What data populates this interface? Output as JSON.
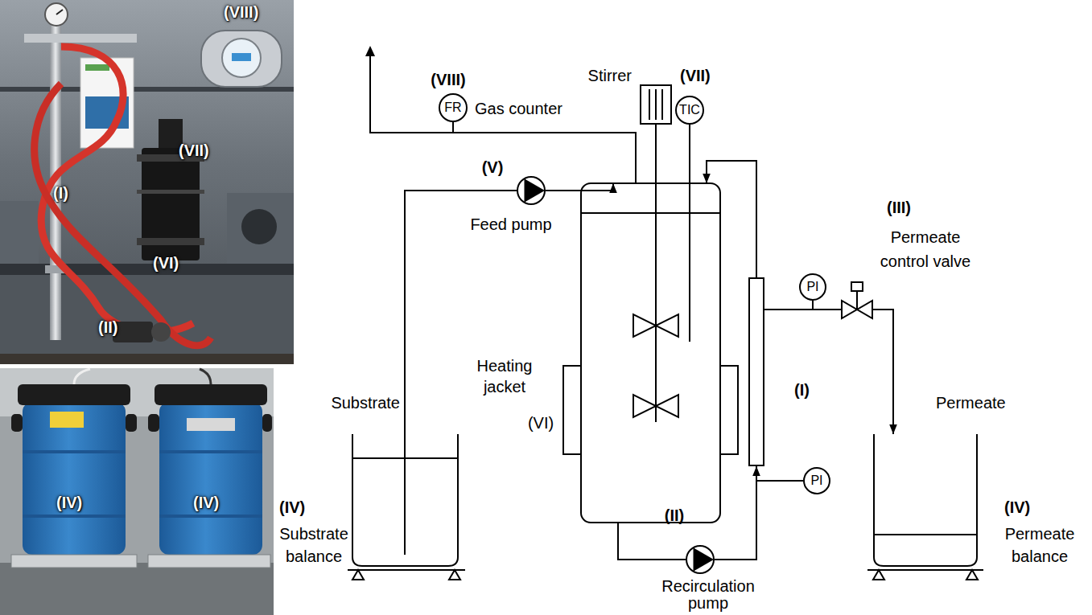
{
  "diagram": {
    "nodes": [
      {
        "text": [
          "FR"
        ]
      },
      {
        "text": [
          "Stirrer",
          "(VII)"
        ]
      },
      {
        "text": [
          "TIC"
        ]
      },
      {
        "text": [
          "(V)",
          "Feed pump"
        ]
      },
      {
        "text": [
          "Heating jacket",
          "(VI)"
        ]
      },
      {
        "text": [
          "Substrate"
        ]
      },
      {
        "text": [
          "(II)",
          "Recirculation pump"
        ]
      },
      {
        "text": [
          "(I)"
        ]
      },
      {
        "text": [
          "PI"
        ]
      },
      {
        "text": [
          "PI"
        ]
      },
      {
        "text": [
          "(III)",
          "Permeate control valve"
        ]
      },
      {
        "text": [
          "Permeate"
        ]
      }
    ],
    "edges": [
      {
        "from": 1,
        "to": 4,
        "arrow": "none"
      },
      {
        "from": 2,
        "to": 4,
        "arrow": "none"
      },
      {
        "from": 5,
        "to": 3,
        "arrow": "none"
      },
      {
        "from": 3,
        "to": 4,
        "arrow": "to"
      },
      {
        "from": 4,
        "to": 6,
        "arrow": "none"
      },
      {
        "from": 6,
        "to": 7,
        "arrow": "to"
      },
      {
        "from": 7,
        "to": 4,
        "arrow": "to"
      },
      {
        "from": 7,
        "to": 10,
        "arrow": "none"
      },
      {
        "from": 10,
        "to": 11,
        "arrow": "to"
      }
    ],
    "labels": [
      "(VIII)",
      "(VII)",
      "(I)",
      "(VI)",
      "(II)",
      "(IV)",
      "(IV)",
      "(VIII)",
      "Gas counter",
      "(IV)",
      "Substrate balance",
      "(IV)",
      "Permeate balance"
    ]
  }
}
